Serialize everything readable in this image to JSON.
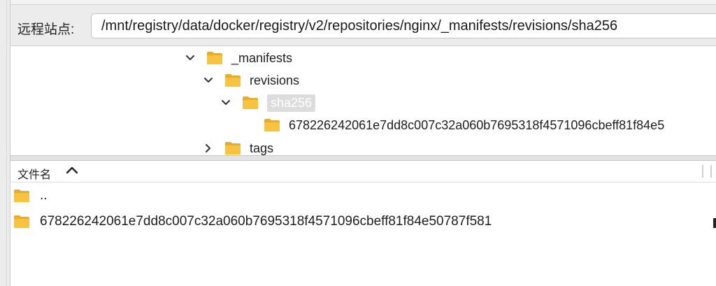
{
  "address_bar": {
    "label": "远程站点:",
    "path": "/mnt/registry/data/docker/registry/v2/repositories/nginx/_manifests/revisions/sha256"
  },
  "tree": {
    "items": [
      {
        "label": "_manifests",
        "state": "expanded",
        "depth": 0
      },
      {
        "label": "revisions",
        "state": "expanded",
        "depth": 1
      },
      {
        "label": "sha256",
        "state": "expanded",
        "selected": true,
        "depth": 2
      },
      {
        "label": "678226242061e7dd8c007c32a060b7695318f4571096cbeff81f84e5",
        "state": "leaf",
        "depth": 3
      },
      {
        "label": "tags",
        "state": "collapsed",
        "depth": 1
      }
    ]
  },
  "list": {
    "column_header": "文件名",
    "sort_direction": "ascending",
    "rows": [
      {
        "name": ".."
      },
      {
        "name": "678226242061e7dd8c007c32a060b7695318f4571096cbeff81f84e50787f581"
      }
    ]
  },
  "colors": {
    "folder": "#f6c244",
    "folder_dark": "#e8ac2a",
    "selection": "#dcdcdc"
  },
  "icons": {
    "folder": "folder-icon",
    "expanded": "chevron-down-icon",
    "collapsed": "chevron-right-icon",
    "sort": "sort-ascending-icon"
  }
}
